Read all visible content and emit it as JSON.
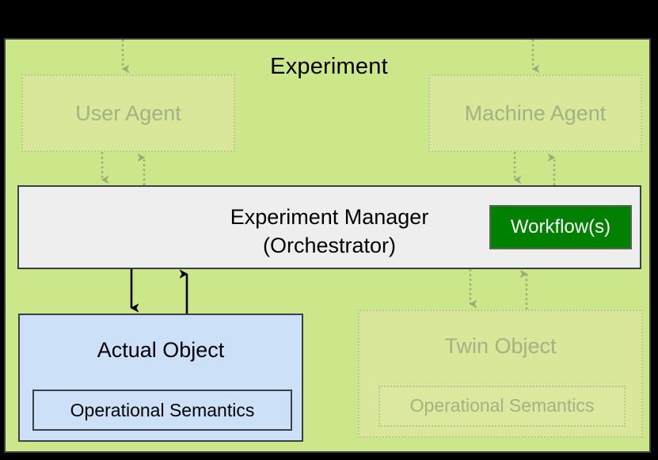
{
  "diagram": {
    "title": "Experiment",
    "background_color": "#cce68a",
    "border_color": "#3a4046",
    "outer_color": "#000000"
  },
  "nodes": {
    "user_agent": {
      "label": "User Agent",
      "style": "faded-dashed",
      "fill": "#d9e79a",
      "text_color": "#a3b283"
    },
    "machine_agent": {
      "label": "Machine Agent",
      "style": "faded-dashed",
      "fill": "#d9e79a",
      "text_color": "#a3b283"
    },
    "experiment_manager": {
      "title_line1": "Experiment Manager",
      "title_line2": "(Orchestrator)",
      "fill": "#eeeeee",
      "text_color": "#000000"
    },
    "workflows": {
      "label": "Workflow(s)",
      "fill": "#008000",
      "text_color": "#ffffff"
    },
    "actual_object": {
      "label": "Actual Object",
      "fill": "#cce0f7",
      "text_color": "#000000",
      "semantics_label": "Operational Semantics"
    },
    "twin_object": {
      "label": "Twin Object",
      "style": "faded-dashed",
      "fill": "#d9e79a",
      "text_color": "#a3b283",
      "semantics_label": "Operational Semantics"
    }
  },
  "edges": [
    {
      "name": "into-user-agent",
      "from": "external",
      "to": "user_agent",
      "style": "dotted",
      "direction": "down"
    },
    {
      "name": "user-agent-to-manager",
      "from": "user_agent",
      "to": "experiment_manager",
      "style": "dotted",
      "direction": "down"
    },
    {
      "name": "manager-to-user-agent",
      "from": "experiment_manager",
      "to": "user_agent",
      "style": "dotted",
      "direction": "up"
    },
    {
      "name": "into-machine-agent",
      "from": "external",
      "to": "machine_agent",
      "style": "dotted",
      "direction": "down"
    },
    {
      "name": "machine-agent-to-manager",
      "from": "machine_agent",
      "to": "experiment_manager",
      "style": "dotted",
      "direction": "down"
    },
    {
      "name": "manager-to-machine-agent",
      "from": "experiment_manager",
      "to": "machine_agent",
      "style": "dotted",
      "direction": "up"
    },
    {
      "name": "manager-to-actual-object",
      "from": "experiment_manager",
      "to": "actual_object",
      "style": "solid",
      "direction": "down"
    },
    {
      "name": "actual-object-to-manager",
      "from": "actual_object",
      "to": "experiment_manager",
      "style": "solid",
      "direction": "up"
    },
    {
      "name": "manager-to-twin-object",
      "from": "experiment_manager",
      "to": "twin_object",
      "style": "dotted",
      "direction": "down"
    },
    {
      "name": "twin-object-to-manager",
      "from": "twin_object",
      "to": "experiment_manager",
      "style": "dotted",
      "direction": "up"
    }
  ]
}
